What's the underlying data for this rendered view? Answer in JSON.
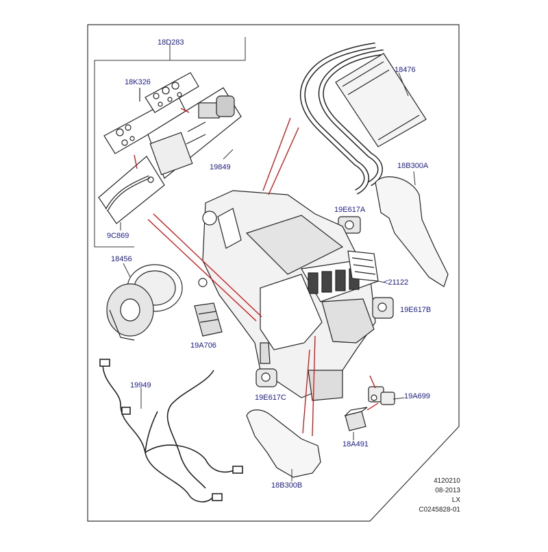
{
  "parts": {
    "p18D283": "18D283",
    "p18K326": "18K326",
    "p19849": "19849",
    "p9C869": "9C869",
    "p18476": "18476",
    "p18B300A": "18B300A",
    "p19E617A": "19E617A",
    "p21122": "<21122",
    "p18456": "18456",
    "p19A706": "19A706",
    "p19E617B": "19E617B",
    "p19949": "19949",
    "p19E617C": "19E617C",
    "p19A699": "19A699",
    "p18A491": "18A491",
    "p18B300B": "18B300B"
  },
  "footer": {
    "code": "4120210",
    "date": "08-2013",
    "model": "LX",
    "ref": "C0245828-01"
  },
  "colors": {
    "label": "#1a1a8c",
    "linework": "#222222",
    "highlight": "#cc1111",
    "border": "#333333"
  }
}
